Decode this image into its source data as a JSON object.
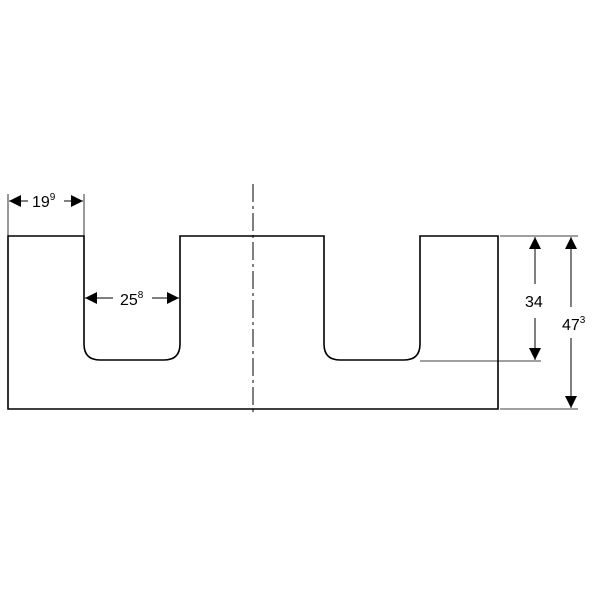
{
  "dimensions": {
    "leg_width": {
      "main": "19",
      "sup": "9"
    },
    "slot_width": {
      "main": "25",
      "sup": "8"
    },
    "slot_depth": {
      "main": "34",
      "sup": ""
    },
    "total_height": {
      "main": "47",
      "sup": "3"
    }
  },
  "colors": {
    "line": "#000000",
    "background": "#ffffff"
  }
}
